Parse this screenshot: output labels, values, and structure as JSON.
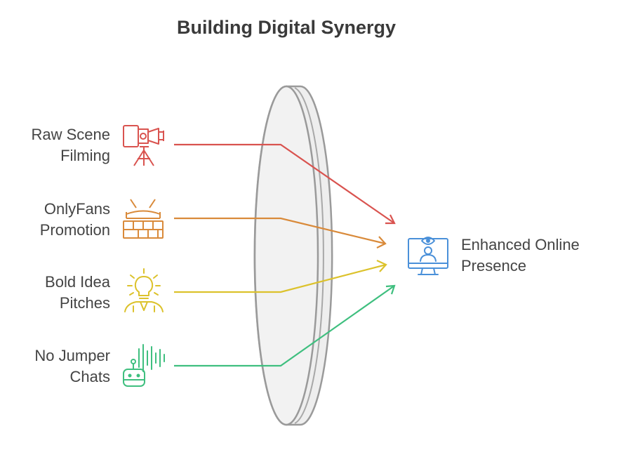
{
  "title": "Building Digital Synergy",
  "inputs": [
    {
      "line1": "Raw Scene",
      "line2": "Filming",
      "icon": "film-camera-icon",
      "color": "#d9534f"
    },
    {
      "line1": "OnlyFans",
      "line2": "Promotion",
      "icon": "stage-promotion-icon",
      "color": "#d98a3a"
    },
    {
      "line1": "Bold Idea",
      "line2": "Pitches",
      "icon": "lightbulb-person-icon",
      "color": "#dcc22c"
    },
    {
      "line1": "No Jumper",
      "line2": "Chats",
      "icon": "robot-audio-icon",
      "color": "#3fbf7f"
    }
  ],
  "output": {
    "line1": "Enhanced Online",
    "line2": "Presence",
    "icon": "monitor-user-icon",
    "color": "#4a90d9"
  }
}
